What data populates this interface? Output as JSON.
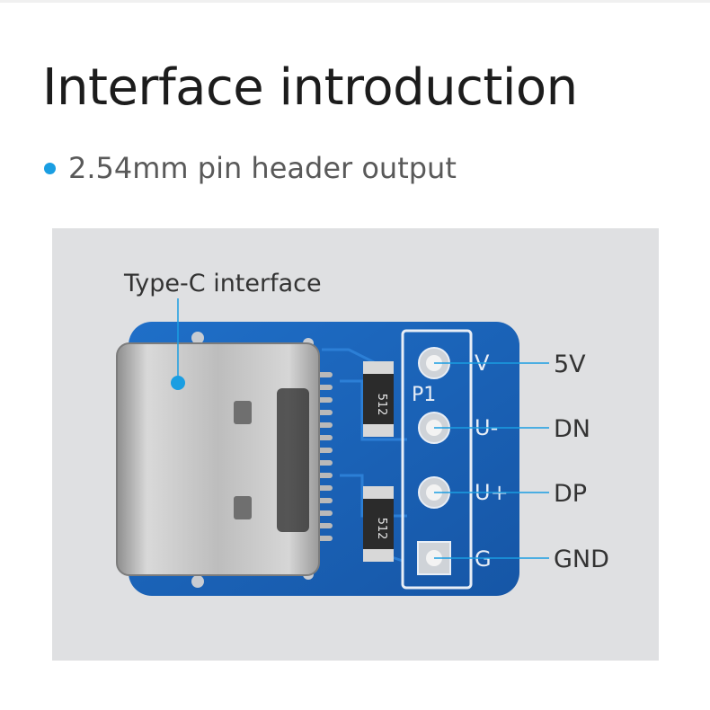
{
  "title": "Interface introduction",
  "bullet": {
    "text": "2.54mm pin header output",
    "color": "#1a9ee2"
  },
  "board": {
    "pcb_color": "#1a62b8",
    "silk_color": "#e8eef6",
    "silk_label": "P1",
    "resistor_marks": [
      "512",
      "512"
    ],
    "pins": [
      {
        "silk": "V",
        "callout": "5V"
      },
      {
        "silk": "U-",
        "callout": "DN"
      },
      {
        "silk": "U+",
        "callout": "DP"
      },
      {
        "silk": "G",
        "callout": "GND"
      }
    ]
  },
  "callouts": {
    "typec": "Type-C interface",
    "p5v": "5V",
    "dn": "DN",
    "dp": "DP",
    "gnd": "GND"
  }
}
